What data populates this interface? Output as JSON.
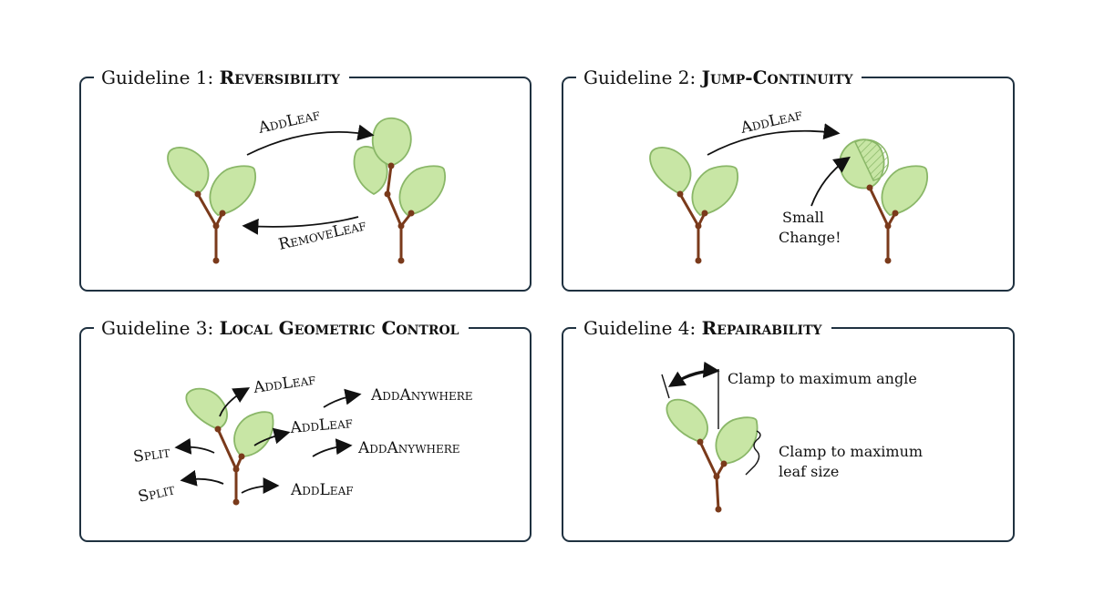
{
  "panels": [
    {
      "label": "Guideline 1:",
      "name": "Reversibility"
    },
    {
      "label": "Guideline 2:",
      "name": "Jump-Continuity"
    },
    {
      "label": "Guideline 3:",
      "name": "Local Geometric Control"
    },
    {
      "label": "Guideline 4:",
      "name": "Repairability"
    }
  ],
  "p1": {
    "add_leaf": "AddLeaf",
    "remove_leaf": "RemoveLeaf"
  },
  "p2": {
    "add_leaf": "AddLeaf",
    "note_line1": "Small",
    "note_line2": "Change!"
  },
  "p3": {
    "add_leaf_top": "AddLeaf",
    "add_leaf_mid": "AddLeaf",
    "add_leaf_bottom": "AddLeaf",
    "add_anywhere_top": "AddAnywhere",
    "add_anywhere_mid": "AddAnywhere",
    "split_top": "Split",
    "split_bottom": "Split"
  },
  "p4": {
    "angle_note": "Clamp to maximum angle",
    "size_note_line1": "Clamp to maximum",
    "size_note_line2": "leaf size"
  },
  "colors": {
    "border": "#1f3140",
    "stem": "#7a3a1b",
    "leaf_fill": "#c8e6a5",
    "leaf_stroke": "#8ab768"
  }
}
